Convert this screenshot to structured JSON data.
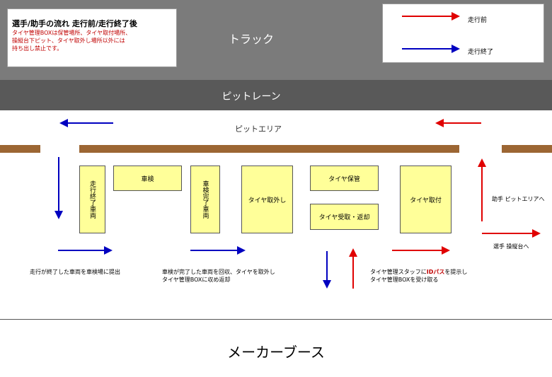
{
  "track": {
    "label": "トラック"
  },
  "info": {
    "title": "選手/助手の流れ  走行前/走行終了後",
    "text_lines": [
      "タイヤ管理BOXは保管場所、タイヤ取付場所、",
      "操縦台下ピット、タイヤ取外し場所以外には",
      "持ち出し禁止です。"
    ]
  },
  "legend": {
    "items": [
      {
        "label": "走行前",
        "color": "#e00000"
      },
      {
        "label": "走行終了",
        "color": "#0000c0"
      }
    ]
  },
  "pitlane": {
    "label": "ピットレーン"
  },
  "pit_area": {
    "label": "ピットエリア"
  },
  "boxes": {
    "finished_car": "走行終了車両",
    "inspection": "車検",
    "inspected_car": "車検完了車両",
    "tire_removal": "タイヤ取外し",
    "tire_storage": "タイヤ保管",
    "tire_return": "タイヤ受取・返却",
    "tire_mount": "タイヤ取付"
  },
  "labels": {
    "assistant": "助手 ピットエリアへ",
    "driver": "選手 操縦台へ"
  },
  "notes": {
    "note1": "走行が終了した車両を車検場に提出",
    "note2_line1": "車検が完了した車両を回収、タイヤを取外し",
    "note2_line2": "タイヤ管理BOXに収め返却",
    "note3_pre": "タイヤ管理スタッフに",
    "note3_hl": "IDパス",
    "note3_post": "を提示し",
    "note3_line2": "タイヤ管理BOXを受け取る"
  },
  "booth": {
    "label": "メーカーブース"
  },
  "colors": {
    "red": "#e00000",
    "blue": "#0000c0",
    "wall": "#9c6633",
    "box": "#ffff99"
  }
}
